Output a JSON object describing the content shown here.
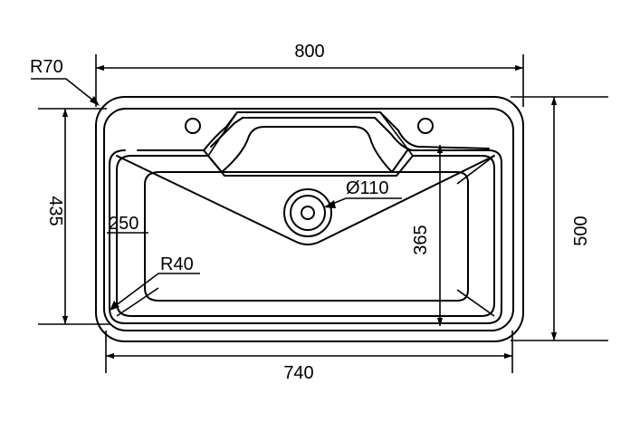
{
  "drawing": {
    "dimensions": {
      "overall_width": "800",
      "overall_height": "500",
      "corner_radius": "R70",
      "inner_height": "435",
      "drain_diameter": "Ø110",
      "offset": "250",
      "bowl_depth": "365",
      "bowl_corner_radius": "R40",
      "bowl_width": "740"
    },
    "colors": {
      "line": "#000000",
      "background": "#ffffff"
    }
  }
}
